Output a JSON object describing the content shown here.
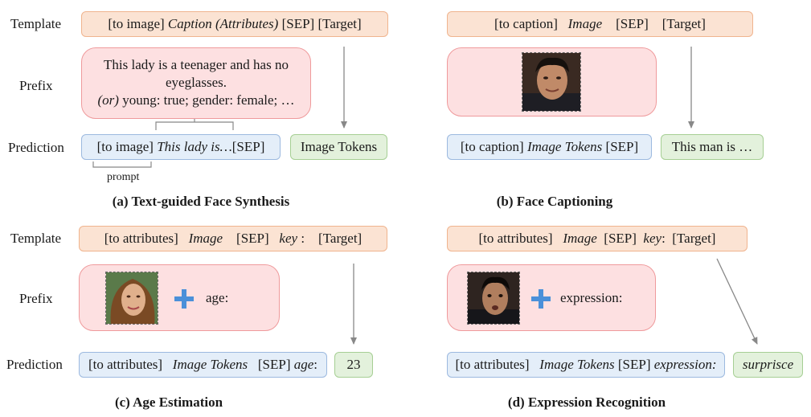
{
  "labels": {
    "template": "Template",
    "prefix": "Prefix",
    "prediction": "Prediction"
  },
  "panel_a": {
    "caption": "(a) Text-guided Face Synthesis",
    "template": [
      {
        "t": "[to image] ",
        "i": false
      },
      {
        "t": "Caption (Attributes)",
        "i": true
      },
      {
        "t": " [SEP] [Target]",
        "i": false
      }
    ],
    "prefix_line1": "This lady is a teenager and has no",
    "prefix_line2": "eyeglasses.",
    "prefix_line3": [
      {
        "t": "(or)",
        "i": true
      },
      {
        "t": " young: true; gender: female; …",
        "i": false
      }
    ],
    "prediction": [
      {
        "t": "[to image] ",
        "i": false
      },
      {
        "t": "This lady is…",
        "i": true
      },
      {
        "t": "[SEP]",
        "i": false
      }
    ],
    "target": "Image Tokens",
    "prompt_label": "prompt"
  },
  "panel_b": {
    "caption": "(b) Face Captioning",
    "template": [
      {
        "t": "[to caption]   ",
        "i": false
      },
      {
        "t": "Image",
        "i": true
      },
      {
        "t": "    [SEP]    [Target]",
        "i": false
      }
    ],
    "prediction": [
      {
        "t": "[to caption] ",
        "i": false
      },
      {
        "t": "Image Tokens",
        "i": true
      },
      {
        "t": " [SEP]",
        "i": false
      }
    ],
    "target": "This man is …"
  },
  "panel_c": {
    "caption": "(c) Age Estimation",
    "template": [
      {
        "t": "[to attributes]   ",
        "i": false
      },
      {
        "t": "Image",
        "i": true
      },
      {
        "t": "    [SEP]   ",
        "i": false
      },
      {
        "t": "key",
        "i": true
      },
      {
        "t": " :    [Target]",
        "i": false
      }
    ],
    "prefix_text": "age:",
    "prediction": [
      {
        "t": "[to attributes]   ",
        "i": false
      },
      {
        "t": "Image Tokens",
        "i": true
      },
      {
        "t": "   [SEP] ",
        "i": false
      },
      {
        "t": "age",
        "i": true
      },
      {
        "t": ":",
        "i": false
      }
    ],
    "target": "23"
  },
  "panel_d": {
    "caption": "(d) Expression Recognition",
    "template": [
      {
        "t": "[to attributes]   ",
        "i": false
      },
      {
        "t": "Image",
        "i": true
      },
      {
        "t": "  [SEP]  ",
        "i": false
      },
      {
        "t": "key",
        "i": true
      },
      {
        "t": ":  [Target]",
        "i": false
      }
    ],
    "prefix_text": "expression:",
    "prediction": [
      {
        "t": "[to attributes]   ",
        "i": false
      },
      {
        "t": "Image Tokens",
        "i": true
      },
      {
        "t": " [SEP] ",
        "i": false
      },
      {
        "t": "expression:",
        "i": true
      }
    ],
    "target": "surprisce"
  },
  "colors": {
    "template_fill": "#fbe3d3",
    "prefix_fill": "#fde0e1",
    "prediction_fill": "#e4eef9",
    "target_fill": "#e3f1dc",
    "plus": "#4a90d9",
    "arrow": "#888888"
  },
  "icons": [
    "plus-icon",
    "face-photo"
  ]
}
